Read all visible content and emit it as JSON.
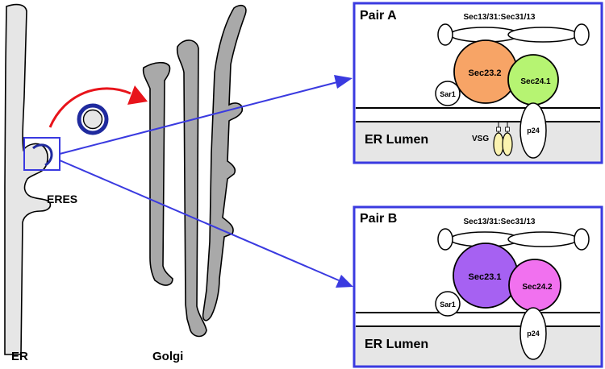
{
  "labels": {
    "er": "ER",
    "golgi": "Golgi",
    "eres": "ERES"
  },
  "panels": [
    {
      "title": "Pair A",
      "coat_outer": "Sec13/31:Sec31/13",
      "sec23": "Sec23.2",
      "sec24": "Sec24.1",
      "sar1": "Sar1",
      "lumen": "ER Lumen",
      "cargo": "VSG",
      "receptor": "p24"
    },
    {
      "title": "Pair B",
      "coat_outer": "Sec13/31:Sec31/13",
      "sec23": "Sec23.1",
      "sec24": "Sec24.2",
      "sar1": "Sar1",
      "lumen": "ER Lumen",
      "receptor": "p24"
    }
  ],
  "colors": {
    "frame": "#3a3ae0",
    "arrow_red": "#e8141b",
    "vesicle_ring": "#1f2a9e",
    "membrane_fill": "#e6e6e6",
    "golgi_fill": "#a9a9a9",
    "lumen_bg": "#e6e6e6",
    "sec23_a": "#f7a466",
    "sec24_a": "#b6f472",
    "sec23_b": "#a661f2",
    "sec24_b": "#f171ef",
    "vsg": "#fbf3b0"
  }
}
